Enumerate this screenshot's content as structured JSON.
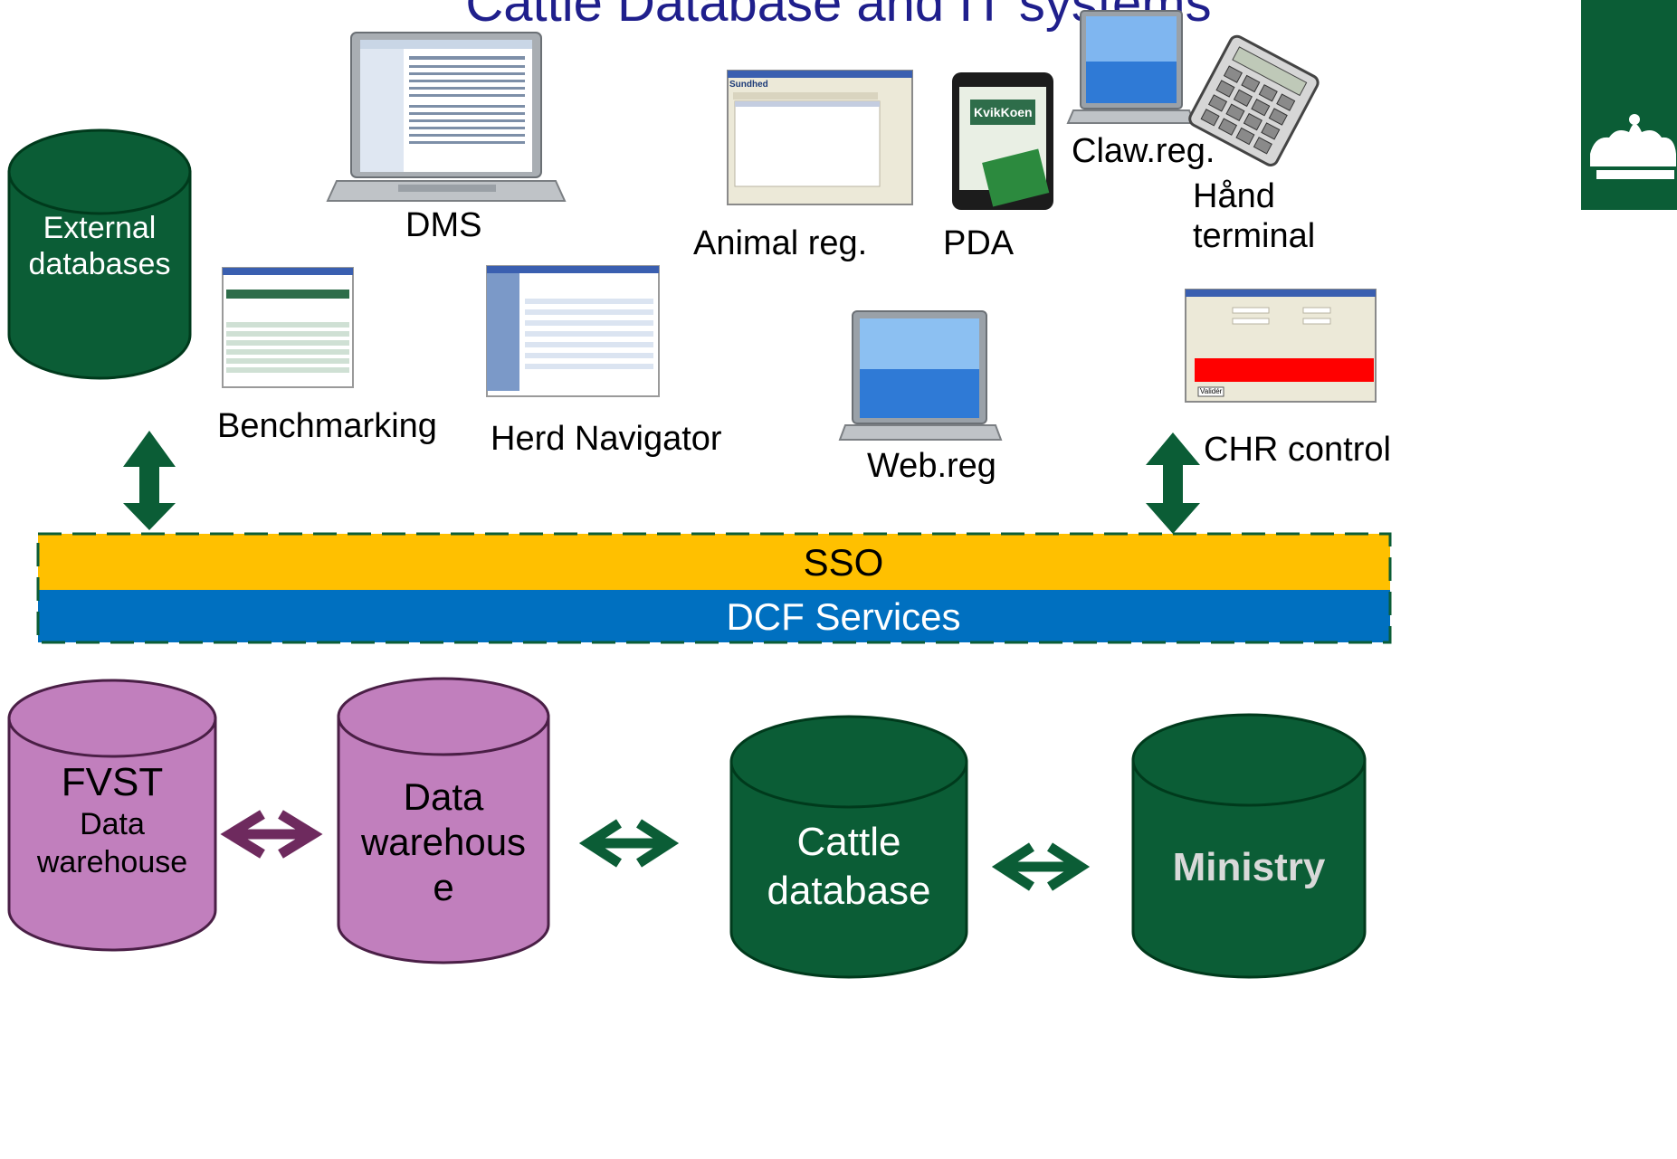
{
  "title": "Cattle Database and IT systems",
  "clients": {
    "dms": "DMS",
    "animal_reg": "Animal reg.",
    "pda": "PDA",
    "claw_reg": "Claw.reg.",
    "hand_terminal_line1": "Hånd",
    "hand_terminal_line2": "terminal",
    "benchmarking": "Benchmarking",
    "herd_navigator": "Herd Navigator",
    "web_reg": "Web.reg",
    "chr_control": "CHR control",
    "pda_brand_kvik": "Kvik",
    "pda_brand_koen": "Koen",
    "mock_app_title": "Sundhed",
    "chr_mock_button": "Validér"
  },
  "external_db": {
    "line1": "External",
    "line2": "databases"
  },
  "bands": {
    "sso": "SSO",
    "dcf": "DCF Services"
  },
  "databases": {
    "fvst_line1": "FVST",
    "fvst_line2": "Data",
    "fvst_line3": "warehouse",
    "dw_line1": "Data",
    "dw_line2": "warehous",
    "dw_line3": "e",
    "cattle_line1": "Cattle",
    "cattle_line2": "database",
    "ministry": "Ministry"
  },
  "colors": {
    "dark_green": "#0b5d36",
    "purple_db": "#c17fbd",
    "purple_arrow": "#6e2a5e",
    "sso_band": "#ffc000",
    "dcf_band": "#0070c0",
    "title": "#1f1f8c"
  },
  "icons": [
    "laptop-icon",
    "calculator-icon",
    "pda-icon",
    "crown-logo-icon",
    "double-arrow-icon",
    "database-cylinder-icon"
  ]
}
